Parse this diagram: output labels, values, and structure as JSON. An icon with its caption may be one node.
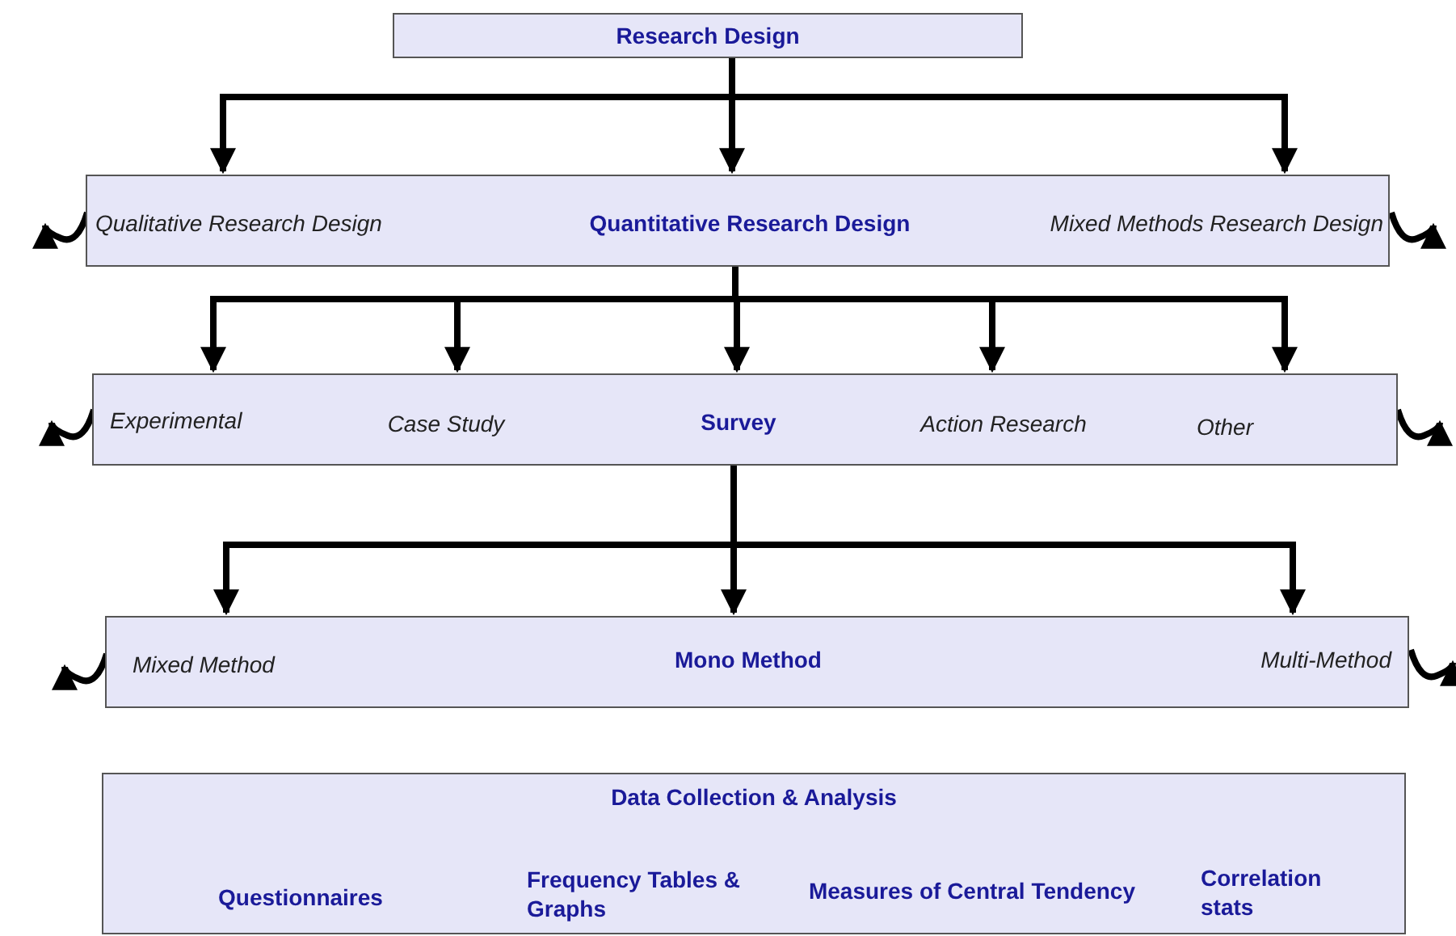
{
  "diagram": {
    "nodes": [
      {
        "text": [
          "Research Design"
        ]
      },
      {
        "text": [],
        "shape": "box"
      },
      {
        "text": [
          "Qualitative Research Design"
        ],
        "in": 1
      },
      {
        "text": [
          "Quantitative Research Design"
        ],
        "in": 1
      },
      {
        "text": [
          "Mixed Methods Research Design"
        ],
        "in": 1
      },
      {
        "text": [],
        "shape": "box"
      },
      {
        "text": [
          "Experimental"
        ],
        "in": 5
      },
      {
        "text": [
          "Case Study"
        ],
        "in": 5
      },
      {
        "text": [
          "Survey"
        ],
        "in": 5
      },
      {
        "text": [
          "Action Research"
        ],
        "in": 5
      },
      {
        "text": [
          "Other"
        ],
        "in": 5
      },
      {
        "text": [],
        "shape": "box"
      },
      {
        "text": [
          "Mixed Method"
        ],
        "in": 11
      },
      {
        "text": [
          "Mono Method"
        ],
        "in": 11
      },
      {
        "text": [
          "Multi-Method"
        ],
        "in": 11
      },
      {
        "text": [
          "Data Collection & Analysis"
        ]
      },
      {
        "text": [
          "Questionnaires"
        ],
        "in": 15
      },
      {
        "text": [
          "Frequency Tables & Graphs"
        ],
        "in": 15
      },
      {
        "text": [
          "Measures of Central Tendency"
        ],
        "in": 15
      },
      {
        "text": [
          "Correlation stats"
        ],
        "in": 15
      }
    ],
    "edges": [
      {
        "from": 0,
        "to": 2,
        "arrow": "to"
      },
      {
        "from": 0,
        "to": 3,
        "arrow": "to"
      },
      {
        "from": 0,
        "to": 4,
        "arrow": "to"
      },
      {
        "from": 3,
        "to": 6,
        "arrow": "to"
      },
      {
        "from": 3,
        "to": 7,
        "arrow": "to"
      },
      {
        "from": 3,
        "to": 8,
        "arrow": "to"
      },
      {
        "from": 3,
        "to": 9,
        "arrow": "to"
      },
      {
        "from": 3,
        "to": 10,
        "arrow": "to"
      },
      {
        "from": 8,
        "to": 12,
        "arrow": "to"
      },
      {
        "from": 8,
        "to": 13,
        "arrow": "to"
      },
      {
        "from": 8,
        "to": 14,
        "arrow": "to"
      },
      {
        "from": 2,
        "to": null,
        "arrow": "to"
      },
      {
        "from": 4,
        "to": null,
        "arrow": "to"
      },
      {
        "from": 6,
        "to": null,
        "arrow": "to"
      },
      {
        "from": 5,
        "to": null,
        "arrow": "to"
      },
      {
        "from": 12,
        "to": null,
        "arrow": "to"
      },
      {
        "from": 14,
        "to": null,
        "arrow": "to"
      }
    ]
  }
}
